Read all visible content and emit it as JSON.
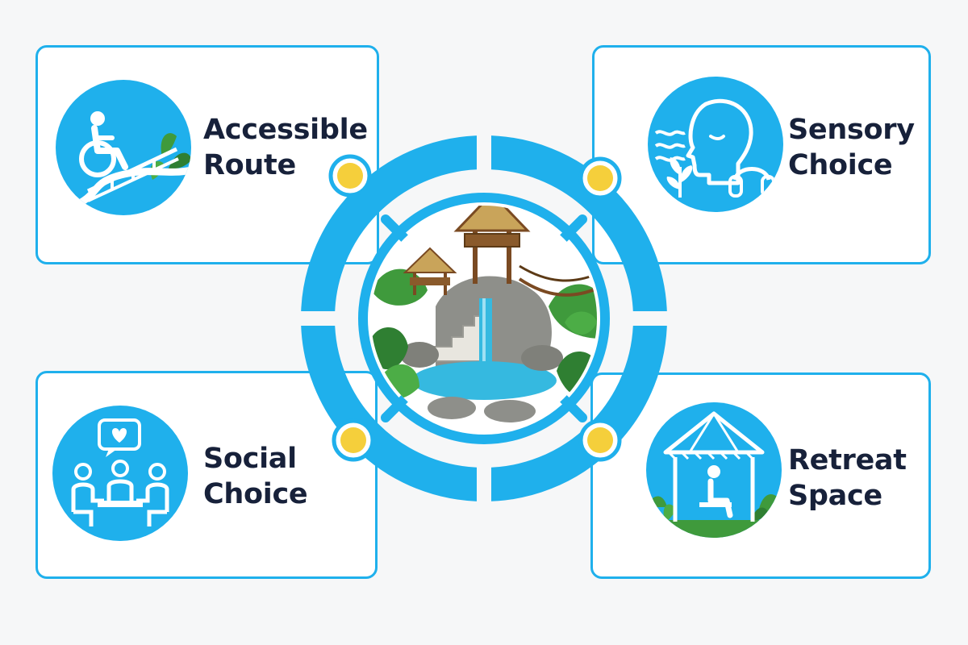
{
  "colors": {
    "accent": "#1fb0ec",
    "node": "#f5cf3b",
    "text": "#17213a",
    "foliage": "#3f9a3c",
    "water": "#35b9e0"
  },
  "center": {
    "icon": "jungle-treehouse-waterfall-illustration"
  },
  "cards": [
    {
      "key": "accessible-route",
      "icon": "wheelchair-ramp-icon",
      "line1": "Accessible",
      "line2": "Route"
    },
    {
      "key": "sensory-choice",
      "icon": "sensory-head-headphones-icon",
      "line1": "Sensory",
      "line2": "Choice"
    },
    {
      "key": "social-choice",
      "icon": "social-group-heart-icon",
      "line1": "Social",
      "line2": "Choice"
    },
    {
      "key": "retreat-space",
      "icon": "gazebo-retreat-icon",
      "line1": "Retreat",
      "line2": "Space"
    }
  ]
}
